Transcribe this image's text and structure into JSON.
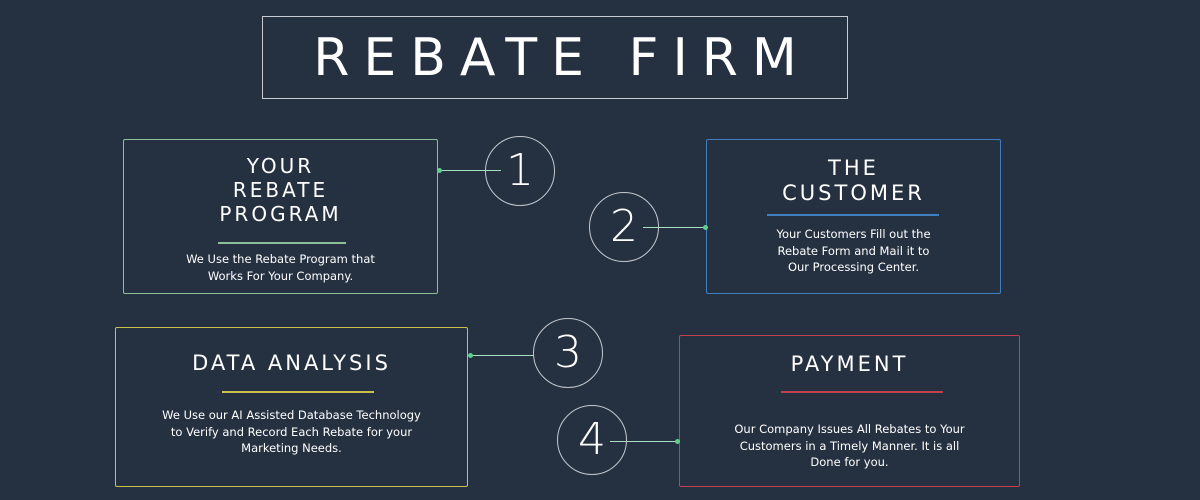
{
  "title": "REBATE FIRM",
  "colors": {
    "background": "#253041",
    "card1_border": "#8fbf9a",
    "card2_border": "#3f7fbf",
    "card3_border": "#c8c24a",
    "card4_border": "#c2404f",
    "connector": "#a7e0c0",
    "dot": "#5fd08a"
  },
  "steps": [
    {
      "number": "1",
      "heading": "YOUR\nREBATE\nPROGRAM",
      "description": "We Use the Rebate Program that\nWorks For Your Company."
    },
    {
      "number": "2",
      "heading": "THE\nCUSTOMER",
      "description": "Your Customers Fill out the\nRebate Form and Mail it to\nOur Processing Center."
    },
    {
      "number": "3",
      "heading": "DATA ANALYSIS",
      "description": "We Use our AI Assisted Database Technology\nto Verify and Record Each Rebate for your\nMarketing Needs."
    },
    {
      "number": "4",
      "heading": "PAYMENT",
      "description": "Our Company Issues All Rebates to Your\nCustomers in a Timely Manner. It is all\nDone for you."
    }
  ]
}
